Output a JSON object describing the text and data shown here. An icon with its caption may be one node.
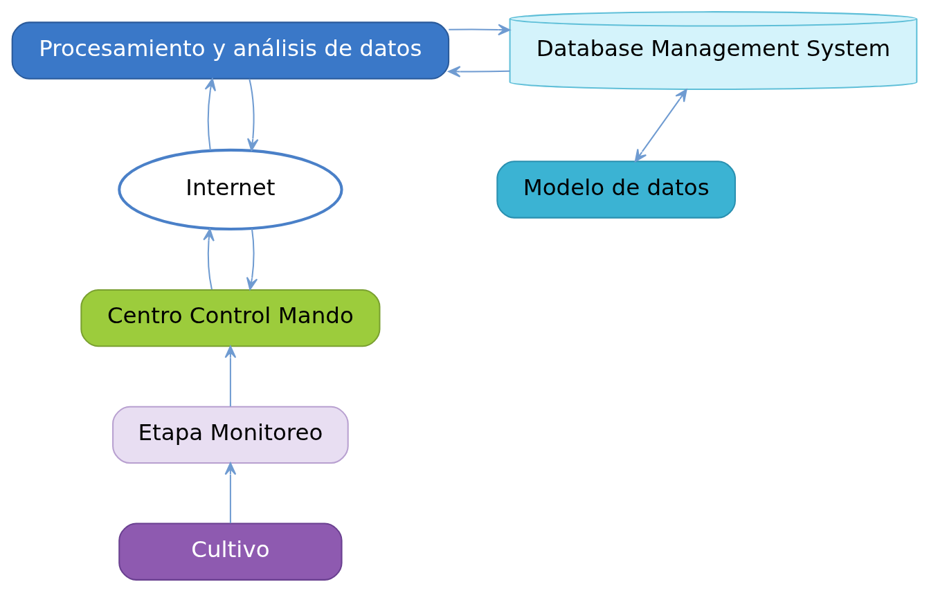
{
  "diagram": {
    "nodes": [
      {
        "text": [
          "Procesamiento y análisis de datos"
        ]
      },
      {
        "text": [
          "Database Management System"
        ]
      },
      {
        "text": [
          "Internet"
        ]
      },
      {
        "text": [
          "Centro Control Mando"
        ]
      },
      {
        "text": [
          "Modelo de datos"
        ]
      },
      {
        "text": [
          "Etapa Monitoreo"
        ]
      },
      {
        "text": [
          "Cultivo"
        ]
      }
    ],
    "edges": [
      {
        "from": 6,
        "to": 5,
        "arrow": "to"
      },
      {
        "from": 5,
        "to": 3,
        "arrow": "to"
      },
      {
        "from": 3,
        "to": 2,
        "arrow": "to"
      },
      {
        "from": 2,
        "to": 3,
        "arrow": "to"
      },
      {
        "from": 2,
        "to": 0,
        "arrow": "to"
      },
      {
        "from": 0,
        "to": 2,
        "arrow": "to"
      },
      {
        "from": 0,
        "to": 1,
        "arrow": "to"
      },
      {
        "from": 1,
        "to": 0,
        "arrow": "to"
      },
      {
        "from": 1,
        "to": 4,
        "arrow": "both"
      }
    ]
  }
}
